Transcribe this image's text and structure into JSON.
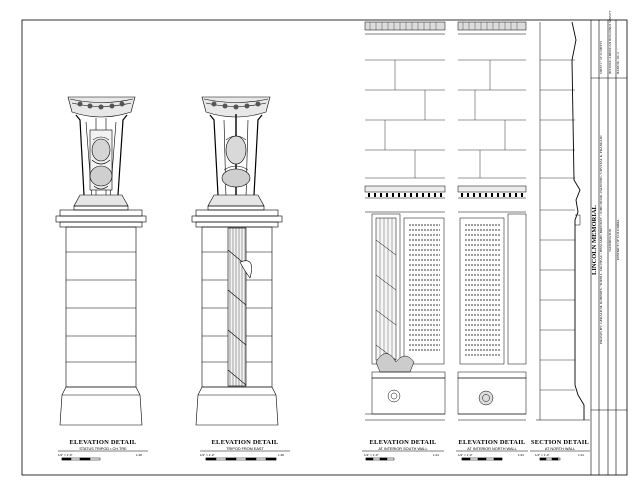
{
  "captions": [
    {
      "title": "ELEVATION DETAIL",
      "subtitle": "STATUS TRIPOD • CH.TRE"
    },
    {
      "title": "ELEVATION DETAIL",
      "subtitle": "TRIPOD FROM EAST"
    },
    {
      "title": "ELEVATION DETAIL",
      "subtitle": "AT INTERIOR SOUTH WALL"
    },
    {
      "title": "ELEVATION DETAIL",
      "subtitle": "AT INTERIOR NORTH WALL"
    },
    {
      "title": "SECTION DETAIL",
      "subtitle": "AT NORTH WALL"
    }
  ],
  "scale_labels": [
    {
      "left": "1/4\" = 1'-0\"",
      "right": "1:48"
    },
    {
      "left": "1/4\" = 1'-0\"",
      "right": "1:48"
    },
    {
      "left": "1/4\" = 1'-0\"",
      "right": "1:24"
    },
    {
      "left": "1/2\" = 1'-0\"",
      "right": "1:24"
    },
    {
      "left": "1/2\" = 1'-0\"",
      "right": "1:24"
    }
  ],
  "title_block": {
    "title": "LINCOLN MEMORIAL",
    "location": "WASHINGTON",
    "district": "DISTRICT OF COLUMBIA",
    "credits": "DRAWN BY: GERALD M. ROBERTS / TODD L. CROTEAU / BENJAMIN BRENNEY / JOHN HOOK VALENTIN / CRYSTAL K. FRANKLIN",
    "agency": "HISTORIC AMERICAN BUILDINGS SURVEY",
    "sheet": "SHEET 17 OF 33 SHEETS",
    "survey_number": "HABS No. DC-3"
  }
}
